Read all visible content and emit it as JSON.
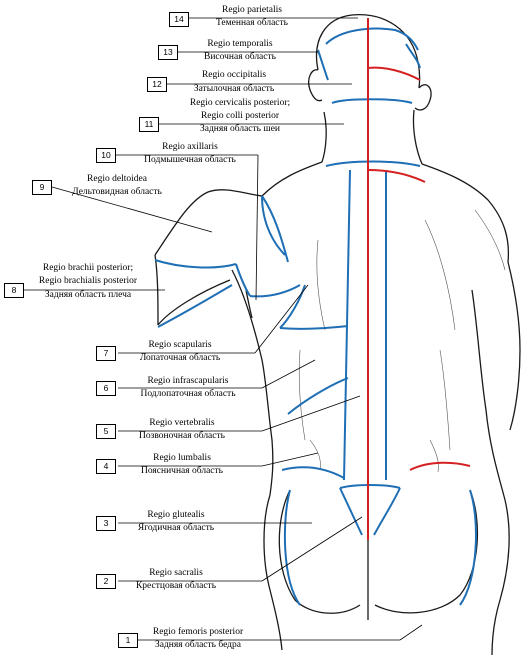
{
  "labels": [
    {
      "num": "14",
      "latin": "Regio parietalis",
      "russian": "Теменная область"
    },
    {
      "num": "13",
      "latin": "Regio temporalis",
      "russian": "Височная область"
    },
    {
      "num": "12",
      "latin": "Regio occipitalis",
      "russian": "Затылочная область"
    },
    {
      "num": "11",
      "latin": "Regio cervicalis posterior;\nRegio colli posterior",
      "latin_1": "Regio cervicalis posterior;",
      "latin_2": "Regio colli posterior",
      "russian": "Задняя область шеи"
    },
    {
      "num": "10",
      "latin": "Regio axillaris",
      "russian": "Подмышечная область"
    },
    {
      "num": "9",
      "latin": "Regio deltoidea",
      "russian": "Дельтовидная область"
    },
    {
      "num": "8",
      "latin_1": "Regio brachii posterior;",
      "latin_2": "Regio brachialis posterior",
      "russian": "Задняя область плеча"
    },
    {
      "num": "7",
      "latin": "Regio scapularis",
      "russian": "Лопаточная область"
    },
    {
      "num": "6",
      "latin": "Regio infrascapularis",
      "russian": "Подлопаточная область"
    },
    {
      "num": "5",
      "latin": "Regio vertebralis",
      "russian": "Позвоночная область"
    },
    {
      "num": "4",
      "latin": "Regio lumbalis",
      "russian": "Поясничная область"
    },
    {
      "num": "3",
      "latin": "Regio glutealis",
      "russian": "Ягодичная область"
    },
    {
      "num": "2",
      "latin": "Regio sacralis",
      "russian": "Крестцовая область"
    },
    {
      "num": "1",
      "latin": "Regio femoris posterior",
      "russian": "Задняя область бедра"
    }
  ],
  "colors": {
    "outline": "#1a1a1a",
    "region_border": "#1f6fb5",
    "midline": "#d42020",
    "leader": "#000000"
  }
}
